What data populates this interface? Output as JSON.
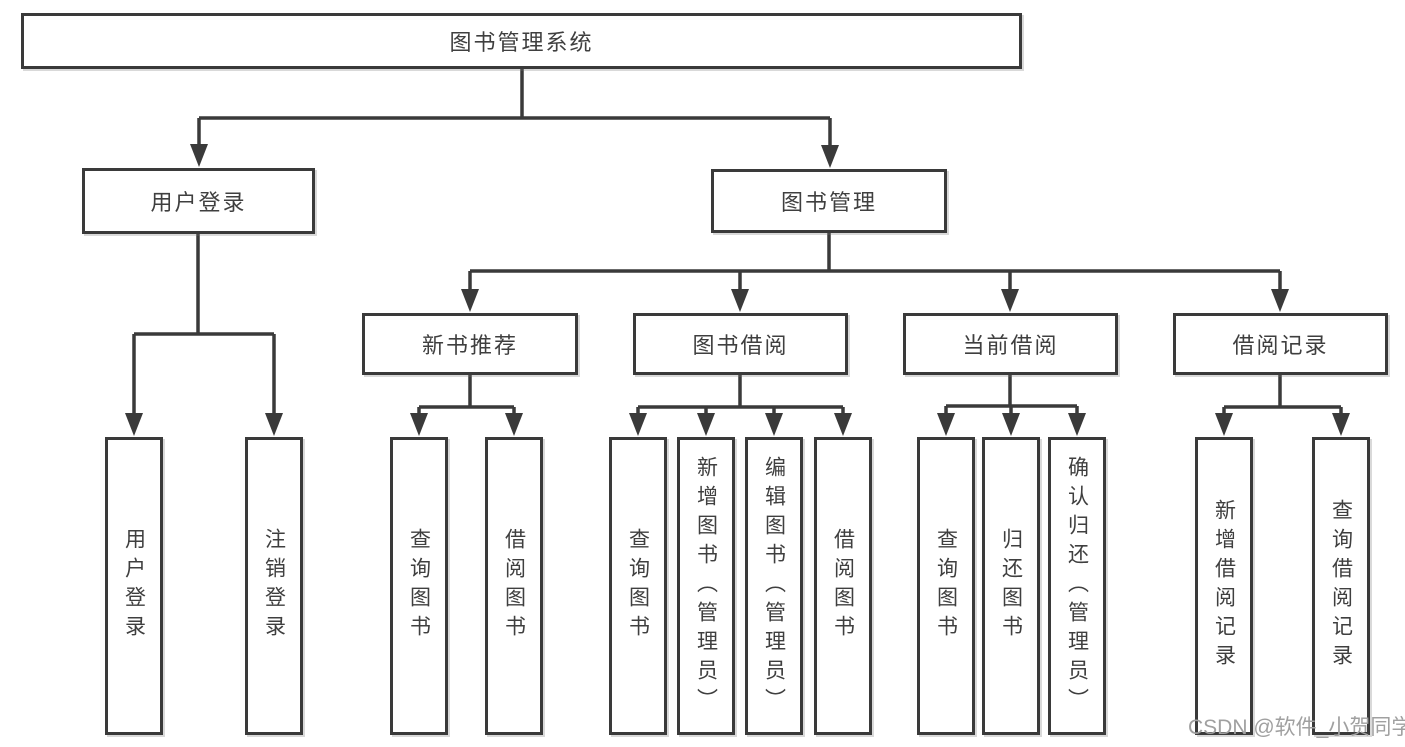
{
  "diagram": {
    "root": "图书管理系统",
    "branches": [
      {
        "label": "用户登录",
        "children": [
          "用户登录",
          "注销登录"
        ]
      },
      {
        "label": "图书管理",
        "groups": [
          {
            "label": "新书推荐",
            "children": [
              "查询图书",
              "借阅图书"
            ]
          },
          {
            "label": "图书借阅",
            "children": [
              "查询图书",
              "新增图书（管理员）",
              "编辑图书（管理员）",
              "借阅图书"
            ]
          },
          {
            "label": "当前借阅",
            "children": [
              "查询图书",
              "归还图书",
              "确认归还（管理员）"
            ]
          },
          {
            "label": "借阅记录",
            "children": [
              "新增借阅记录",
              "查询借阅记录"
            ]
          }
        ]
      }
    ],
    "watermark": "CSDN @软件_小贺同学",
    "colors": {
      "line": "#3a3a3a",
      "text": "#3f3f3f",
      "watermark": "#a0a0a0",
      "background": "#ffffff"
    }
  }
}
